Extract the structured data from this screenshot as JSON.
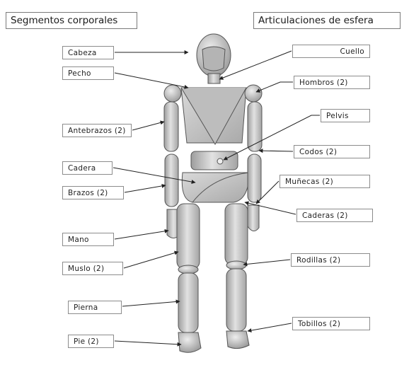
{
  "headers": {
    "left": "Segmentos corporales",
    "right": "Articulaciones de esfera"
  },
  "segment_labels": [
    "Cabeza",
    "Pecho",
    "Antebrazos (2)",
    "Cadera",
    "Brazos (2)",
    "Mano",
    "Muslo (2)",
    "Pierna",
    "Pie (2)"
  ],
  "joint_labels": [
    "Cuello",
    "Hombros (2)",
    "Pelvis",
    "Codos (2)",
    "Muñecas (2)",
    "Caderas (2)",
    "Rodillas (2)",
    "Tobillos (2)"
  ],
  "colors": {
    "body_fill": "#c8c8c8",
    "body_stroke": "#555555",
    "arrow": "#222222"
  }
}
